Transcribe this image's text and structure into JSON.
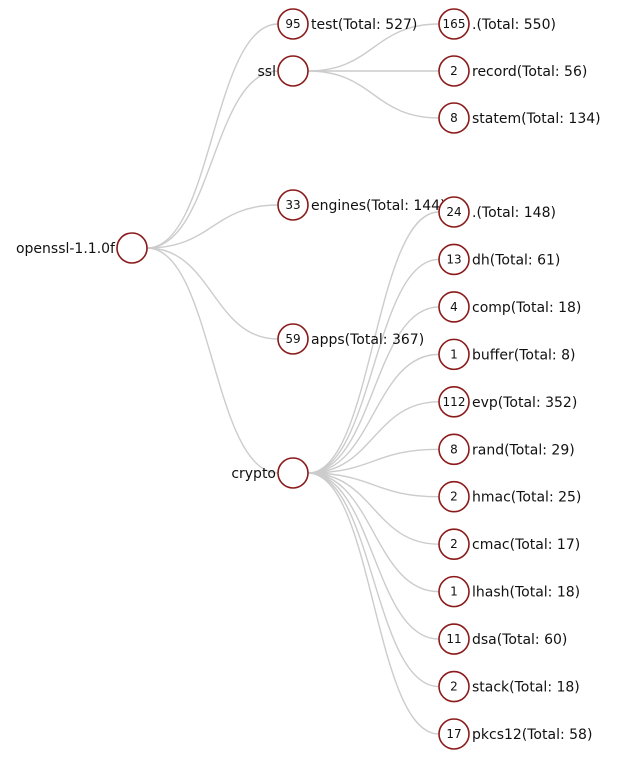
{
  "colors": {
    "node_stroke": "#8b1a1a",
    "link": "#cccccc",
    "text": "#111111",
    "background": "#ffffff"
  },
  "tree": {
    "name": "openssl-1.1.0f",
    "count": "",
    "children": [
      {
        "name": "ssl",
        "count": "",
        "children": [
          {
            "name": "test(Total: 527)",
            "count": "95",
            "children": [
              {
                "name": ".(Total: 550)",
                "count": "165"
              }
            ]
          },
          {
            "name": "record(Total: 56)",
            "count": "2"
          },
          {
            "name": "statem(Total: 134)",
            "count": "8"
          }
        ]
      },
      {
        "name": "engines(Total: 144)",
        "count": "33"
      },
      {
        "name": "apps(Total: 367)",
        "count": "59"
      },
      {
        "name": "crypto",
        "count": "",
        "children": [
          {
            "name": ".(Total: 148)",
            "count": "24"
          },
          {
            "name": "dh(Total: 61)",
            "count": "13"
          },
          {
            "name": "comp(Total: 18)",
            "count": "4"
          },
          {
            "name": "buffer(Total: 8)",
            "count": "1"
          },
          {
            "name": "evp(Total: 352)",
            "count": "112"
          },
          {
            "name": "rand(Total: 29)",
            "count": "8"
          },
          {
            "name": "hmac(Total: 25)",
            "count": "2"
          },
          {
            "name": "cmac(Total: 17)",
            "count": "2"
          },
          {
            "name": "lhash(Total: 18)",
            "count": "1"
          },
          {
            "name": "dsa(Total: 60)",
            "count": "11"
          },
          {
            "name": "stack(Total: 18)",
            "count": "2"
          },
          {
            "name": "pkcs12(Total: 58)",
            "count": "17"
          }
        ]
      }
    ]
  }
}
